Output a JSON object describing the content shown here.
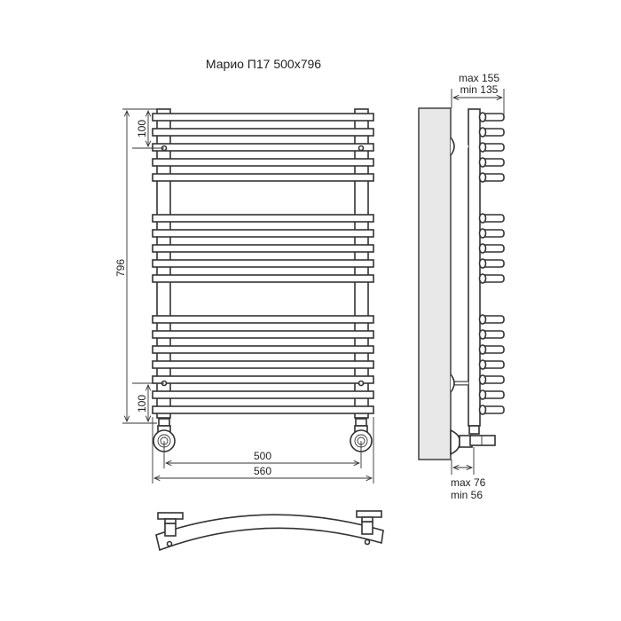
{
  "title": "Марио П17 500x796",
  "front_view": {
    "height_label": "796",
    "top_offset_label": "100",
    "bottom_offset_label": "100",
    "axis_width_label": "500",
    "total_width_label": "560",
    "bar_groups": [
      5,
      5,
      7
    ]
  },
  "side_view": {
    "depth_max_label": "max 155",
    "depth_min_label": "min 135",
    "wall_max_label": "max 76",
    "wall_min_label": "min 56"
  }
}
